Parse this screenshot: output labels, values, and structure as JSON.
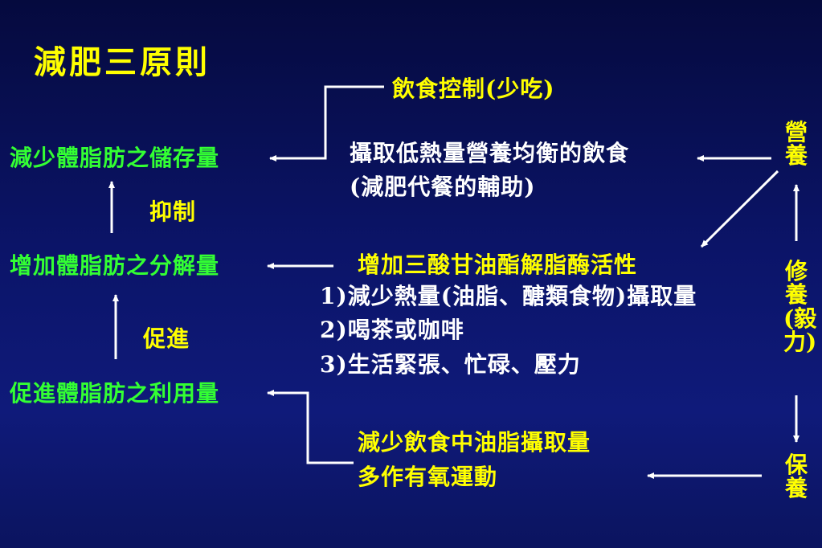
{
  "title": "減肥三原則",
  "left": {
    "reduce_storage": "減少體脂肪之儲存量",
    "inhibit": "抑制",
    "increase_breakdown": "增加體脂肪之分解量",
    "promote": "促進",
    "promote_use": "促進體脂肪之利用量"
  },
  "diet": {
    "heading": "飲食控制(少吃)",
    "line1": "攝取低熱量營養均衡的飲食",
    "line2": "(減肥代餐的輔助)"
  },
  "enzyme": {
    "heading": "增加三酸甘油酯解脂酶活性",
    "item1": "1)減少熱量(油脂、醣類食物)攝取量",
    "item2": "2)喝茶或咖啡",
    "item3": "3)生活緊張、忙碌、壓力"
  },
  "exercise": {
    "line1": "減少飲食中油脂攝取量",
    "line2": "多作有氧運動"
  },
  "right": {
    "nutrition": "營養",
    "cultivation": "修養(毅力)",
    "maintenance": "保養"
  }
}
